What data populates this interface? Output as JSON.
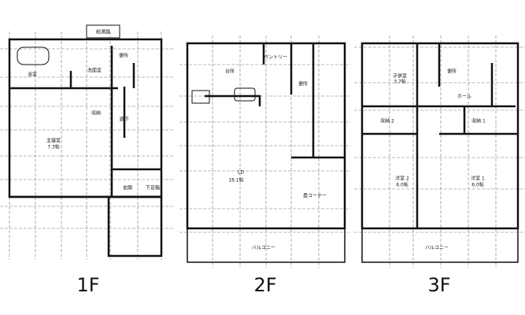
{
  "floors": [
    {
      "label": "1F",
      "rooms": [
        "浴室",
        "洗面室",
        "便所",
        "収納",
        "主寝室",
        "7.3帖",
        "廊下",
        "玄関",
        "下足箱",
        "給湯器"
      ]
    },
    {
      "label": "2F",
      "rooms": [
        "台所",
        "パントリー",
        "便所",
        "LD",
        "16.1帖",
        "畳コーナー",
        "バルコニー"
      ]
    },
    {
      "label": "3F",
      "rooms": [
        "子供室",
        "3.7帖",
        "便所",
        "ホール",
        "収納 2",
        "収納 1",
        "洋室 2",
        "6.0帖",
        "洋室 1",
        "6.0帖",
        "バルコニー"
      ]
    }
  ]
}
